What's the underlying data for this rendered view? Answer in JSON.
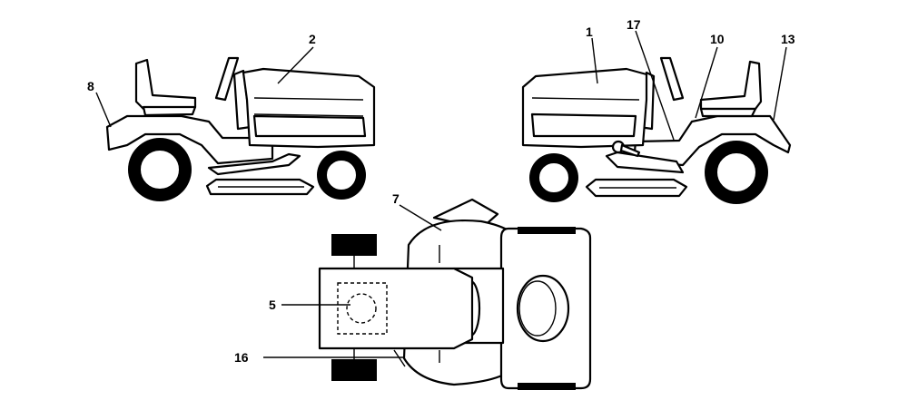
{
  "callouts": [
    {
      "id": "c1",
      "text": "1"
    },
    {
      "id": "c2",
      "text": "2"
    },
    {
      "id": "c5",
      "text": "5"
    },
    {
      "id": "c7",
      "text": "7"
    },
    {
      "id": "c8",
      "text": "8"
    },
    {
      "id": "c10",
      "text": "10"
    },
    {
      "id": "c13",
      "text": "13"
    },
    {
      "id": "c16",
      "text": "16"
    },
    {
      "id": "c17",
      "text": "17"
    }
  ],
  "colors": {
    "line": "#000000",
    "background": "#ffffff"
  }
}
